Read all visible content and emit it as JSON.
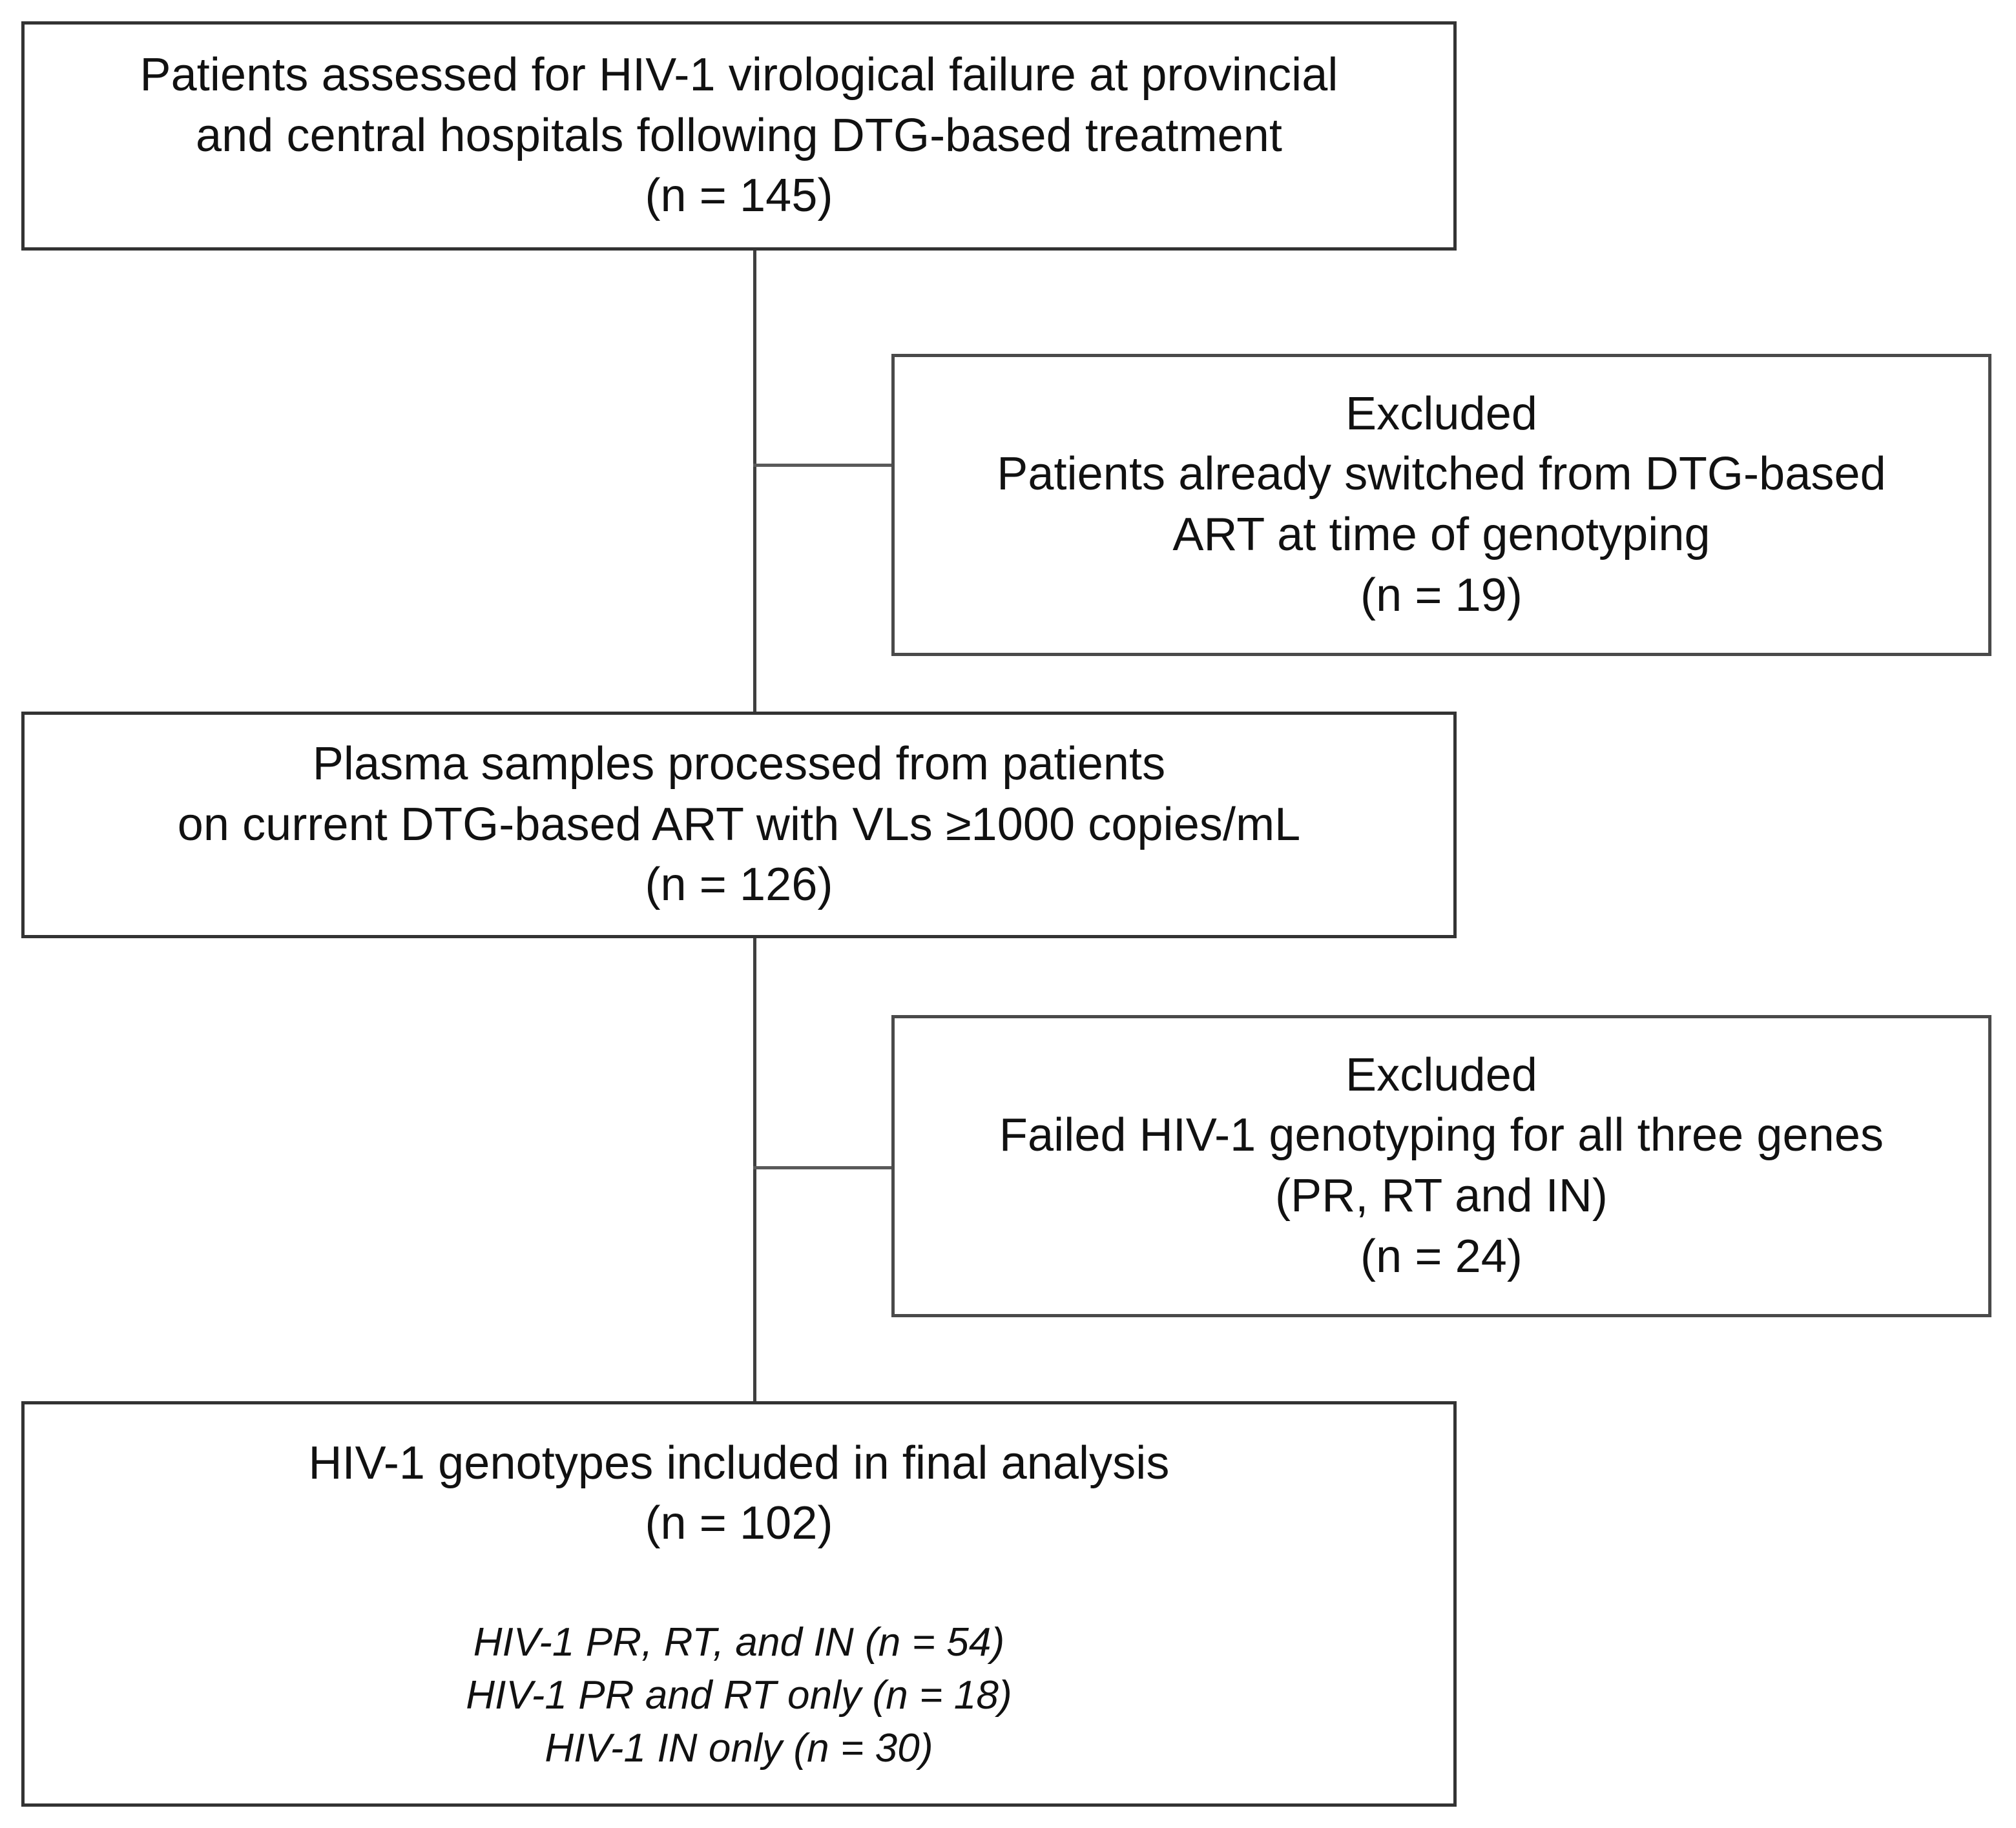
{
  "diagram": {
    "type": "flowchart",
    "title": "HIV-1 virological failure patient selection flow",
    "nodes": [
      {
        "id": "assessed",
        "kind": "main",
        "lines": [
          "Patients assessed for HIV-1 virological failure at provincial",
          "and central hospitals following DTG-based treatment",
          "(n = 145)"
        ],
        "count": 145
      },
      {
        "id": "excluded-switched",
        "kind": "side",
        "lines": [
          "Excluded",
          "Patients already switched from DTG-based",
          "ART at time of genotyping",
          "(n = 19)"
        ],
        "count": 19
      },
      {
        "id": "plasma-processed",
        "kind": "main",
        "lines": [
          "Plasma samples processed from patients",
          "on current DTG-based ART with VLs ≥1000 copies/mL",
          "(n = 126)"
        ],
        "count": 126
      },
      {
        "id": "excluded-failed",
        "kind": "side",
        "lines": [
          "Excluded",
          "Failed HIV-1 genotyping for all three genes",
          "(PR, RT and IN)",
          "(n = 24)"
        ],
        "count": 24
      },
      {
        "id": "final-analysis",
        "kind": "main",
        "lines": [
          "HIV-1 genotypes included in final analysis",
          "(n = 102)"
        ],
        "count": 102,
        "sub_lines": [
          "HIV-1 PR, RT, and IN (n = 54)",
          "HIV-1 PR and RT only (n = 18)",
          "HIV-1 IN only (n = 30)"
        ],
        "sub_counts": [
          54,
          18,
          30
        ]
      }
    ],
    "colors": {
      "border": "#333333",
      "text": "#111111",
      "connector": "#4a4a4a",
      "background": "#ffffff"
    }
  }
}
